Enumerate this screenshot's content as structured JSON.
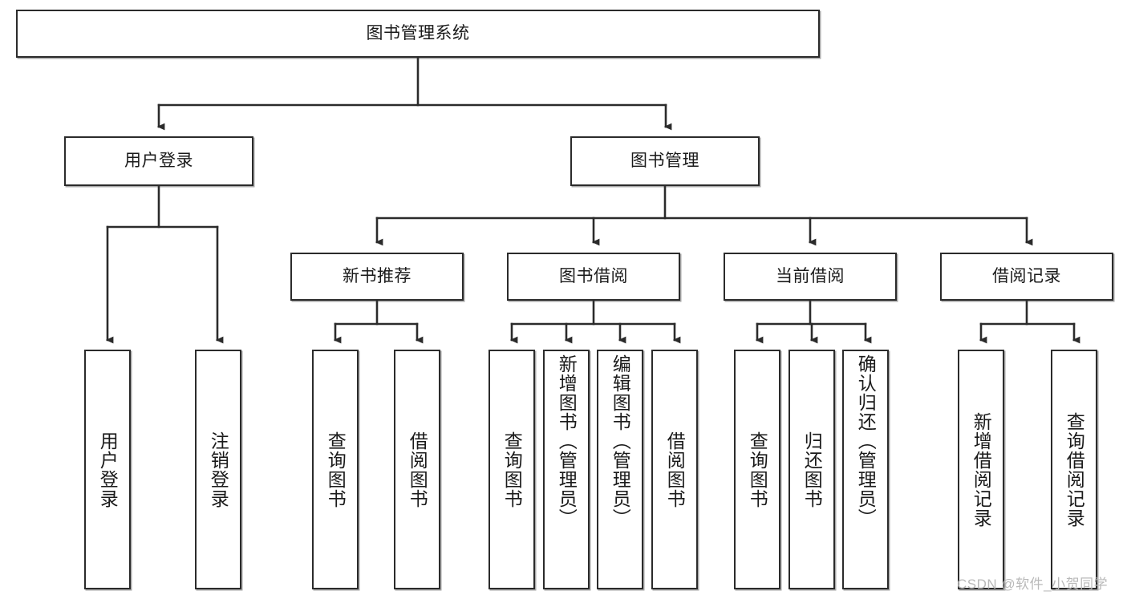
{
  "diagram": {
    "type": "tree-hierarchy",
    "title": "图书管理系统",
    "style": {
      "box_stroke": "#2b2b2b",
      "box_fill": "#ffffff",
      "line_color": "#2b2b2b",
      "text_color": "#1a1a1a",
      "background": "#ffffff"
    },
    "levels": [
      {
        "level": 1,
        "nodes": [
          {
            "id": "root",
            "label": "图书管理系统",
            "orientation": "horizontal"
          }
        ]
      },
      {
        "level": 2,
        "nodes": [
          {
            "id": "user-login",
            "label": "用户登录",
            "orientation": "horizontal",
            "parent": "root"
          },
          {
            "id": "book-manage",
            "label": "图书管理",
            "orientation": "horizontal",
            "parent": "root"
          }
        ]
      },
      {
        "level": 3,
        "nodes": [
          {
            "id": "new-book-rec",
            "label": "新书推荐",
            "orientation": "horizontal",
            "parent": "book-manage"
          },
          {
            "id": "book-borrow",
            "label": "图书借阅",
            "orientation": "horizontal",
            "parent": "book-manage"
          },
          {
            "id": "current-borrow",
            "label": "当前借阅",
            "orientation": "horizontal",
            "parent": "book-manage"
          },
          {
            "id": "borrow-record",
            "label": "借阅记录",
            "orientation": "horizontal",
            "parent": "book-manage"
          }
        ]
      },
      {
        "level": 4,
        "nodes": [
          {
            "id": "leaf-user-login",
            "label": "用户登录",
            "orientation": "vertical",
            "parent": "user-login"
          },
          {
            "id": "leaf-logout",
            "label": "注销登录",
            "orientation": "vertical",
            "parent": "user-login"
          },
          {
            "id": "leaf-query-book-1",
            "label": "查询图书",
            "orientation": "vertical",
            "parent": "new-book-rec"
          },
          {
            "id": "leaf-borrow-book-1",
            "label": "借阅图书",
            "orientation": "vertical",
            "parent": "new-book-rec"
          },
          {
            "id": "leaf-query-book-2",
            "label": "查询图书",
            "orientation": "vertical",
            "parent": "book-borrow"
          },
          {
            "id": "leaf-add-book",
            "label": "新增图书（管理员）",
            "orientation": "vertical",
            "parent": "book-borrow"
          },
          {
            "id": "leaf-edit-book",
            "label": "编辑图书（管理员）",
            "orientation": "vertical",
            "parent": "book-borrow"
          },
          {
            "id": "leaf-borrow-book-2",
            "label": "借阅图书",
            "orientation": "vertical",
            "parent": "book-borrow"
          },
          {
            "id": "leaf-query-book-3",
            "label": "查询图书",
            "orientation": "vertical",
            "parent": "current-borrow"
          },
          {
            "id": "leaf-return-book",
            "label": "归还图书",
            "orientation": "vertical",
            "parent": "current-borrow"
          },
          {
            "id": "leaf-confirm-return",
            "label": "确认归还（管理员）",
            "orientation": "vertical",
            "parent": "current-borrow"
          },
          {
            "id": "leaf-add-record",
            "label": "新增借阅记录",
            "orientation": "vertical",
            "parent": "borrow-record"
          },
          {
            "id": "leaf-query-record",
            "label": "查询借阅记录",
            "orientation": "vertical",
            "parent": "borrow-record"
          }
        ]
      }
    ]
  },
  "watermark": {
    "text": "CSDN @软件_小贺同学"
  }
}
